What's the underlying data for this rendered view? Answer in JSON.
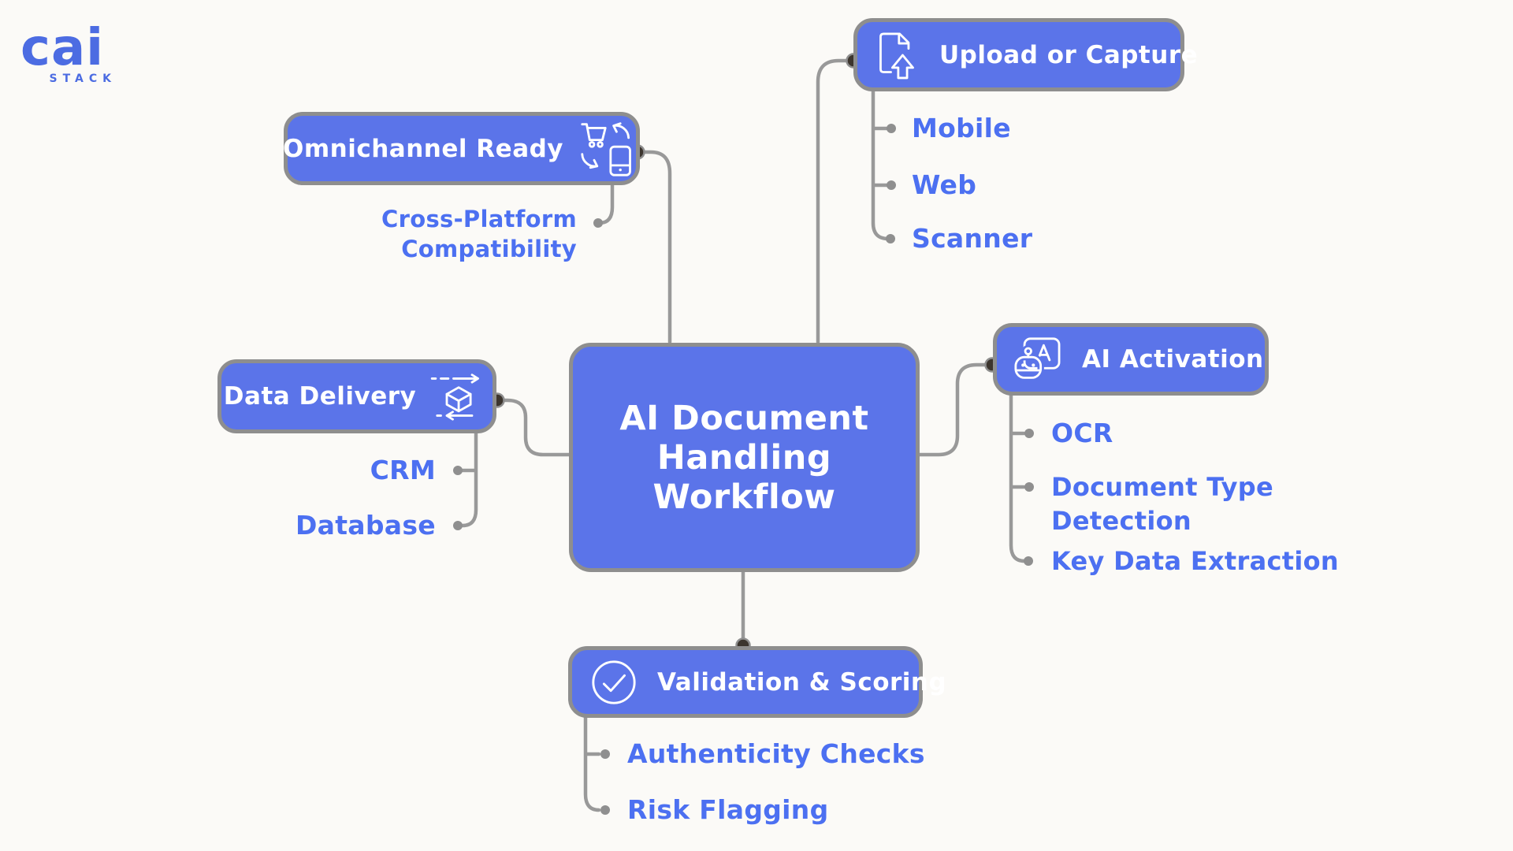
{
  "logo": {
    "brand": "cai",
    "sub": "STACK"
  },
  "colors": {
    "node_fill": "#5b74e9",
    "node_border": "#8e8e8e",
    "connector_line": "#999999",
    "connector_dot": "#3c352e",
    "child_dot": "#8f8f8f",
    "label_text": "#4c70f1",
    "node_text": "#ffffff",
    "background": "#fbfaf7",
    "logo_color": "#4c6ce2"
  },
  "diagram": {
    "center": {
      "title": "AI Document Handling Workflow",
      "lines": [
        "AI Document",
        "Handling",
        "Workflow"
      ]
    },
    "branches": [
      {
        "id": "upload-or-capture",
        "label": "Upload or Capture",
        "icon": "document-upload-icon",
        "children": [
          "Mobile",
          "Web",
          "Scanner"
        ]
      },
      {
        "id": "ai-activation",
        "label": "AI Activation",
        "icon": "robot-board-icon",
        "children": [
          "OCR",
          "Document Type Detection",
          "Key Data Extraction"
        ]
      },
      {
        "id": "validation-scoring",
        "label": "Validation & Scoring",
        "icon": "check-circle-icon",
        "children": [
          "Authenticity Checks",
          "Risk Flagging"
        ]
      },
      {
        "id": "data-delivery",
        "label": "Data Delivery",
        "icon": "package-transfer-icon",
        "children": [
          "CRM",
          "Database"
        ]
      },
      {
        "id": "omnichannel-ready",
        "label": "Omnichannel Ready",
        "icon": "cart-phone-sync-icon",
        "children": [
          "Cross-Platform Compatibility"
        ]
      }
    ]
  }
}
